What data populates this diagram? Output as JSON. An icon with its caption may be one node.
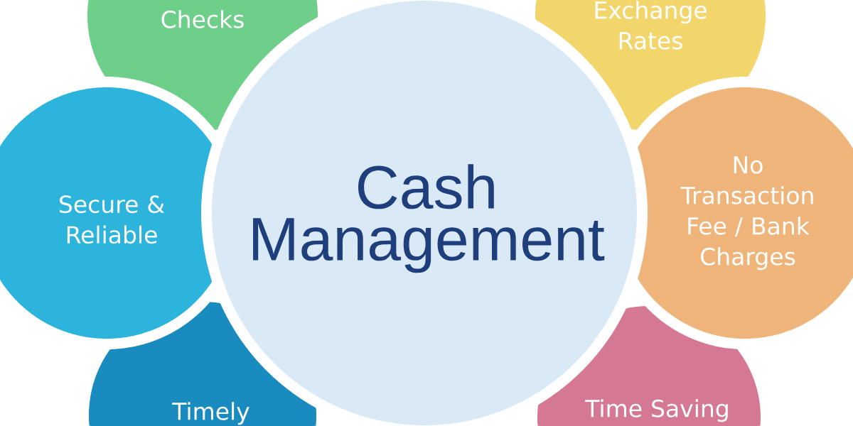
{
  "diagram": {
    "nodes": [
      {
        "text": [
          "Checks"
        ]
      },
      {
        "text": [
          "Exchange Rates"
        ]
      },
      {
        "text": [
          "Secure & Reliable"
        ]
      },
      {
        "text": [
          "Cash Management"
        ]
      },
      {
        "text": [
          "No Transaction Fee / Bank Charges"
        ]
      },
      {
        "text": [
          "Timely"
        ]
      },
      {
        "text": [
          "Time Saving"
        ]
      }
    ]
  }
}
